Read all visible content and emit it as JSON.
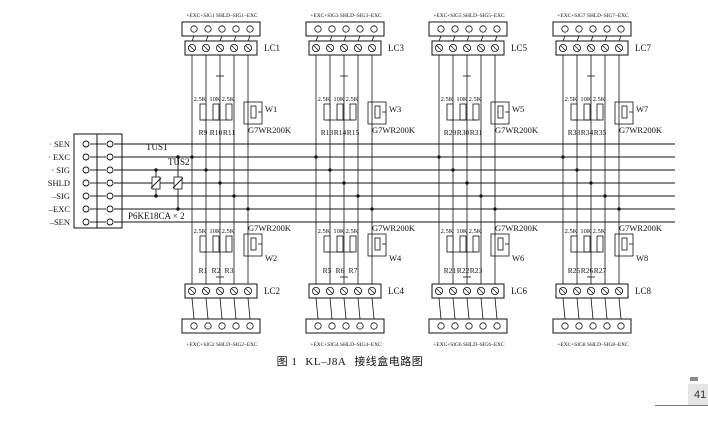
{
  "figure": {
    "number": "图 1",
    "model": "KL–J8A",
    "title": "接线盒电路图"
  },
  "page": {
    "number": "41"
  },
  "left_connector": {
    "signals": [
      "· SEN",
      "· EXC",
      "· SIG",
      "SHLD",
      "–SIG",
      "–EXC",
      "–SEN"
    ],
    "tus1": "TUS1",
    "tus2": "TUS2",
    "suppressor": "P6KE18CA × 2"
  },
  "cells": [
    {
      "lc": "LC1",
      "header": "+EXC+SIG1 SHLD–SIG1–EXC",
      "r": [
        "2.5K",
        "10K",
        "2.5K"
      ],
      "rn": [
        "R9",
        "R10",
        "R11"
      ],
      "w": "W1",
      "pot": "G7WR200K",
      "pos": "top"
    },
    {
      "lc": "LC3",
      "header": "+EXC+SIG3 SHLD–SIG3–EXC",
      "r": [
        "2.5K",
        "10K",
        "2.5K"
      ],
      "rn": [
        "R13",
        "R14",
        "R15"
      ],
      "w": "W3",
      "pot": "G7WR200K",
      "pos": "top"
    },
    {
      "lc": "LC5",
      "header": "+EXC+SIG5 SHLD–SIG5–EXC",
      "r": [
        "2.5K",
        "10K",
        "2.5K"
      ],
      "rn": [
        "R29",
        "R30",
        "R31"
      ],
      "w": "W5",
      "pot": "G7WR200K",
      "pos": "top"
    },
    {
      "lc": "LC7",
      "header": "+EXC+SIG7 SHLD–SIG7–EXC",
      "r": [
        "2.5K",
        "10K",
        "2.5K"
      ],
      "rn": [
        "R33",
        "R34",
        "R35"
      ],
      "w": "W7",
      "pot": "G7WR200K",
      "pos": "top"
    },
    {
      "lc": "LC2",
      "header": "+EXC+SIG2 SHLD–SIG2–EXC",
      "r": [
        "2.5K",
        "10K",
        "2.5K"
      ],
      "rn": [
        "R1",
        "R2",
        "R3"
      ],
      "w": "W2",
      "pot": "G7WR200K",
      "pos": "bottom"
    },
    {
      "lc": "LC4",
      "header": "+EXC+SIG4 SHLD–SIG4–EXC",
      "r": [
        "2.5K",
        "10K",
        "2.5K"
      ],
      "rn": [
        "R5",
        "R6",
        "R7"
      ],
      "w": "W4",
      "pot": "G7WR200K",
      "pos": "bottom"
    },
    {
      "lc": "LC6",
      "header": "+EXC+SIG6 SHLD–SIG6–EXC",
      "r": [
        "2.5K",
        "10K",
        "2.5K"
      ],
      "rn": [
        "R21",
        "R22",
        "R23"
      ],
      "w": "W6",
      "pot": "G7WR200K",
      "pos": "bottom"
    },
    {
      "lc": "LC8",
      "header": "+EXC+SIG8 SHLD–SIG8–EXC",
      "r": [
        "2.5K",
        "10K",
        "2.5K"
      ],
      "rn": [
        "R25",
        "R26",
        "R27"
      ],
      "w": "W8",
      "pot": "G7WR200K",
      "pos": "bottom"
    }
  ]
}
